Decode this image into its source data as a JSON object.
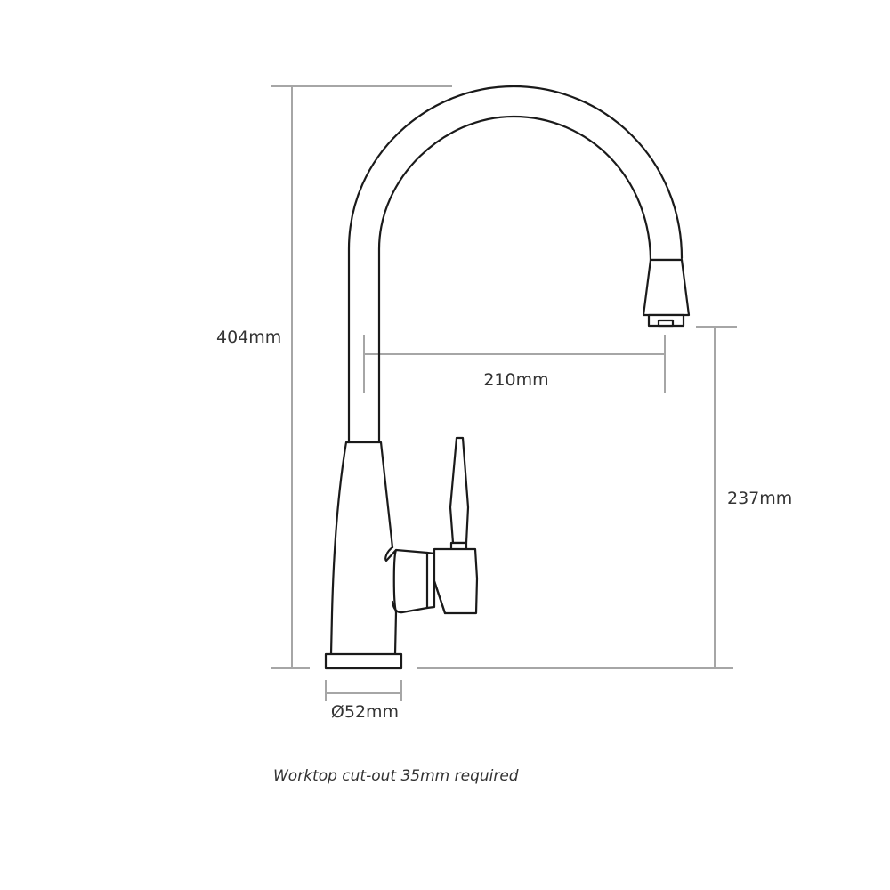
{
  "dimensions": {
    "height_total": "404mm",
    "reach": "210mm",
    "spout_height": "237mm",
    "base_diameter": "Ø52mm"
  },
  "note": "Worktop cut-out 35mm required",
  "colors": {
    "outline": "#1a1a1a",
    "dimension_lines": "#a6a6a6",
    "text": "#333333",
    "background": "#ffffff"
  }
}
